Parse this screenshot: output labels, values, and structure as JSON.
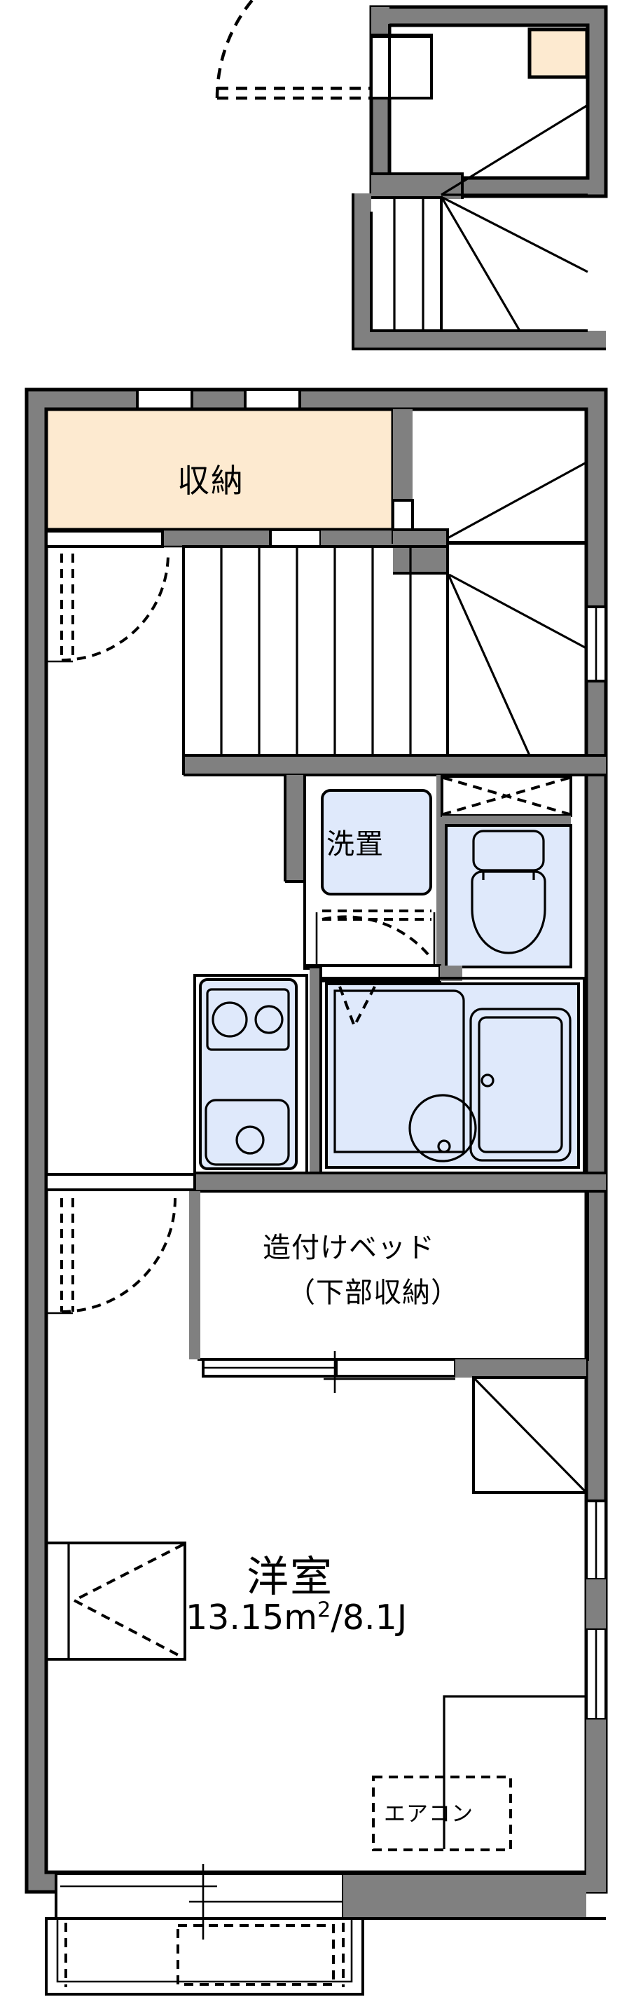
{
  "plan": {
    "type": "floor-plan",
    "language": "ja",
    "description": "Japanese apartment floor plan (madori) with upper entrance/stair inset and main 1R unit",
    "colors": {
      "wall_fill": "#808080",
      "wall_stroke": "#000000",
      "storage_fill": "#fdead0",
      "fixture_fill": "#dfe9fb",
      "background": "#ffffff",
      "line": "#000000"
    }
  },
  "labels": {
    "storage_closet": "収納",
    "washer_place": "洗置",
    "builtin_bed_line1": "造付けベッド",
    "builtin_bed_line2": "（下部収納）",
    "main_room_name": "洋室",
    "main_room_area_number": "13.15",
    "main_room_area_unit": "m",
    "main_room_area_sup": "2",
    "main_room_area_jo": "/8.1J",
    "main_room_area_full": "13.15m²/8.1J",
    "air_conditioner": "エアコン"
  },
  "rooms": [
    {
      "name": "収納",
      "kind": "closet",
      "fill": "#fdead0"
    },
    {
      "name": "洗置",
      "kind": "washer-space",
      "fill": "#dfe9fb"
    },
    {
      "name": "トイレ",
      "kind": "toilet",
      "fill": "#dfe9fb"
    },
    {
      "name": "キッチン",
      "kind": "kitchen",
      "fill": "#dfe9fb"
    },
    {
      "name": "浴室",
      "kind": "bathroom",
      "fill": "#dfe9fb"
    },
    {
      "name": "造付けベッド（下部収納）",
      "kind": "built-in-bed"
    },
    {
      "name": "洋室",
      "kind": "western-room",
      "area": "13.15m²/8.1J"
    },
    {
      "name": "バルコニー",
      "kind": "balcony"
    },
    {
      "name": "階段",
      "kind": "stairs"
    },
    {
      "name": "玄関",
      "kind": "entrance"
    }
  ],
  "fixtures": [
    {
      "name": "toilet-bowl",
      "kind": "toilet"
    },
    {
      "name": "stove-two-burner",
      "kind": "cooktop",
      "burners": 2
    },
    {
      "name": "kitchen-sink",
      "kind": "sink"
    },
    {
      "name": "bathtub",
      "kind": "tub"
    },
    {
      "name": "wash-basin",
      "kind": "basin"
    },
    {
      "name": "stair-run",
      "kind": "stairs"
    },
    {
      "name": "winder-stairs",
      "kind": "stairs"
    }
  ],
  "openings": [
    {
      "name": "entrance-door",
      "kind": "swing-door"
    },
    {
      "name": "closet-door",
      "kind": "swing-door"
    },
    {
      "name": "unit-entry-door",
      "kind": "swing-door"
    },
    {
      "name": "washroom-door",
      "kind": "swing-door"
    },
    {
      "name": "toilet-door",
      "kind": "folding-door"
    },
    {
      "name": "bath-door",
      "kind": "folding-door"
    },
    {
      "name": "balcony-sliding-door",
      "kind": "sliding-door"
    },
    {
      "name": "window-east-upper",
      "kind": "window"
    },
    {
      "name": "window-east-lower",
      "kind": "window"
    },
    {
      "name": "window-north",
      "kind": "window"
    },
    {
      "name": "window-west",
      "kind": "window"
    }
  ]
}
